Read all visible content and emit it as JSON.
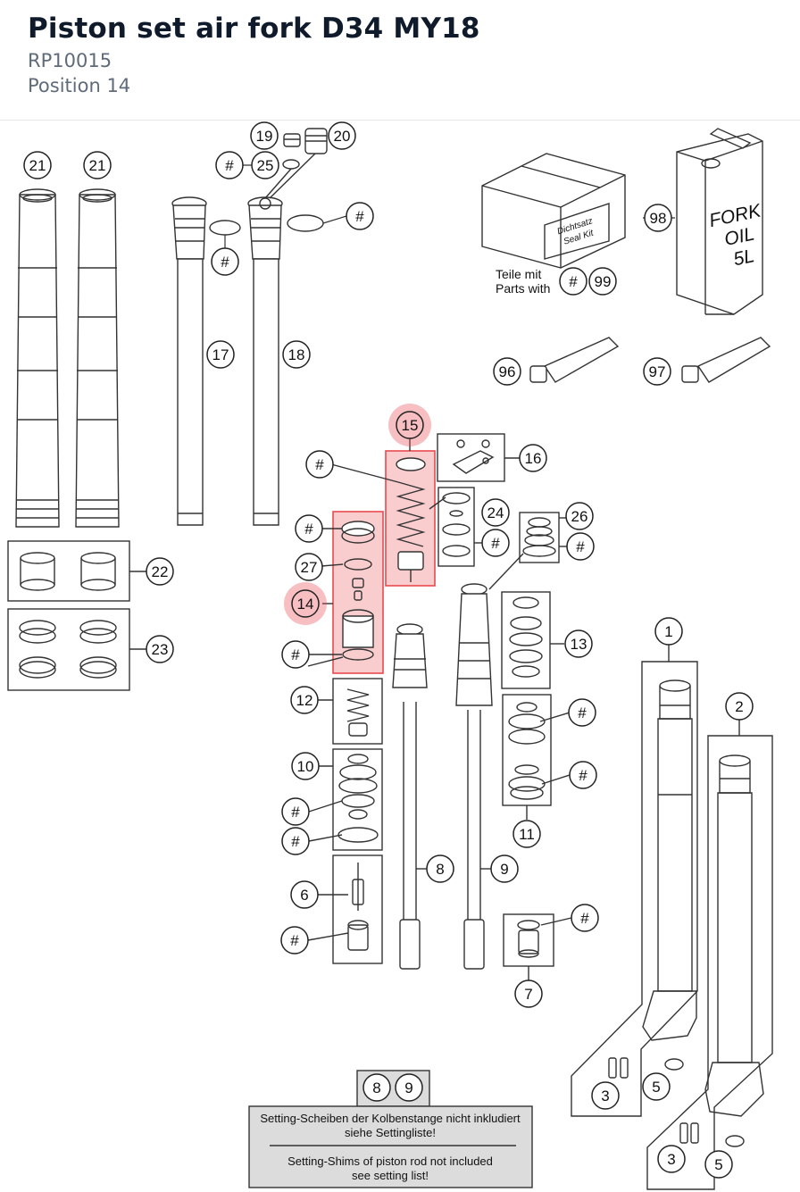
{
  "header": {
    "title": "Piston set air fork D34 MY18",
    "part_number": "RP10015",
    "position": "Position 14"
  },
  "diagram": {
    "callouts": {
      "c21a": "21",
      "c21b": "21",
      "c19": "19",
      "c20": "20",
      "c25h": "#",
      "c25": "25",
      "c_ring17": "#",
      "c_ring18": "#",
      "c17": "17",
      "c18": "18",
      "c98": "98",
      "c99h": "#",
      "c99": "99",
      "c96": "96",
      "c97": "97",
      "c15": "15",
      "c16": "16",
      "c15h": "#",
      "c24": "24",
      "c24h": "#",
      "c26": "26",
      "c26h": "#",
      "c22": "22",
      "c23": "23",
      "c27": "27",
      "c14": "14",
      "c14h1": "#",
      "c14h2": "#",
      "c13": "13",
      "c12": "12",
      "c10": "10",
      "c10h1": "#",
      "c10h2": "#",
      "c11h1": "#",
      "c11h2": "#",
      "c11": "11",
      "c1": "1",
      "c2": "2",
      "c8": "8",
      "c9": "9",
      "c6": "6",
      "c6h": "#",
      "c7h": "#",
      "c7": "7",
      "c3a": "3",
      "c5a": "5",
      "c3b": "3",
      "c5b": "5",
      "note8": "8",
      "note9": "9"
    },
    "kit_label_line1": "Teile mit",
    "kit_label_line2": "Parts with",
    "box_label_line1": "Dichtsatz",
    "box_label_line2": "Seal Kit",
    "oil_label_line1": "FORK",
    "oil_label_line2": "OIL",
    "oil_label_line3": "5L",
    "note": {
      "de_line1": "Setting-Scheiben der Kolbenstange nicht inkludiert",
      "de_line2": "siehe Settingliste!",
      "en_line1": "Setting-Shims of piston rod not included",
      "en_line2": "see setting list!"
    },
    "highlight_color": "#e8494f"
  }
}
